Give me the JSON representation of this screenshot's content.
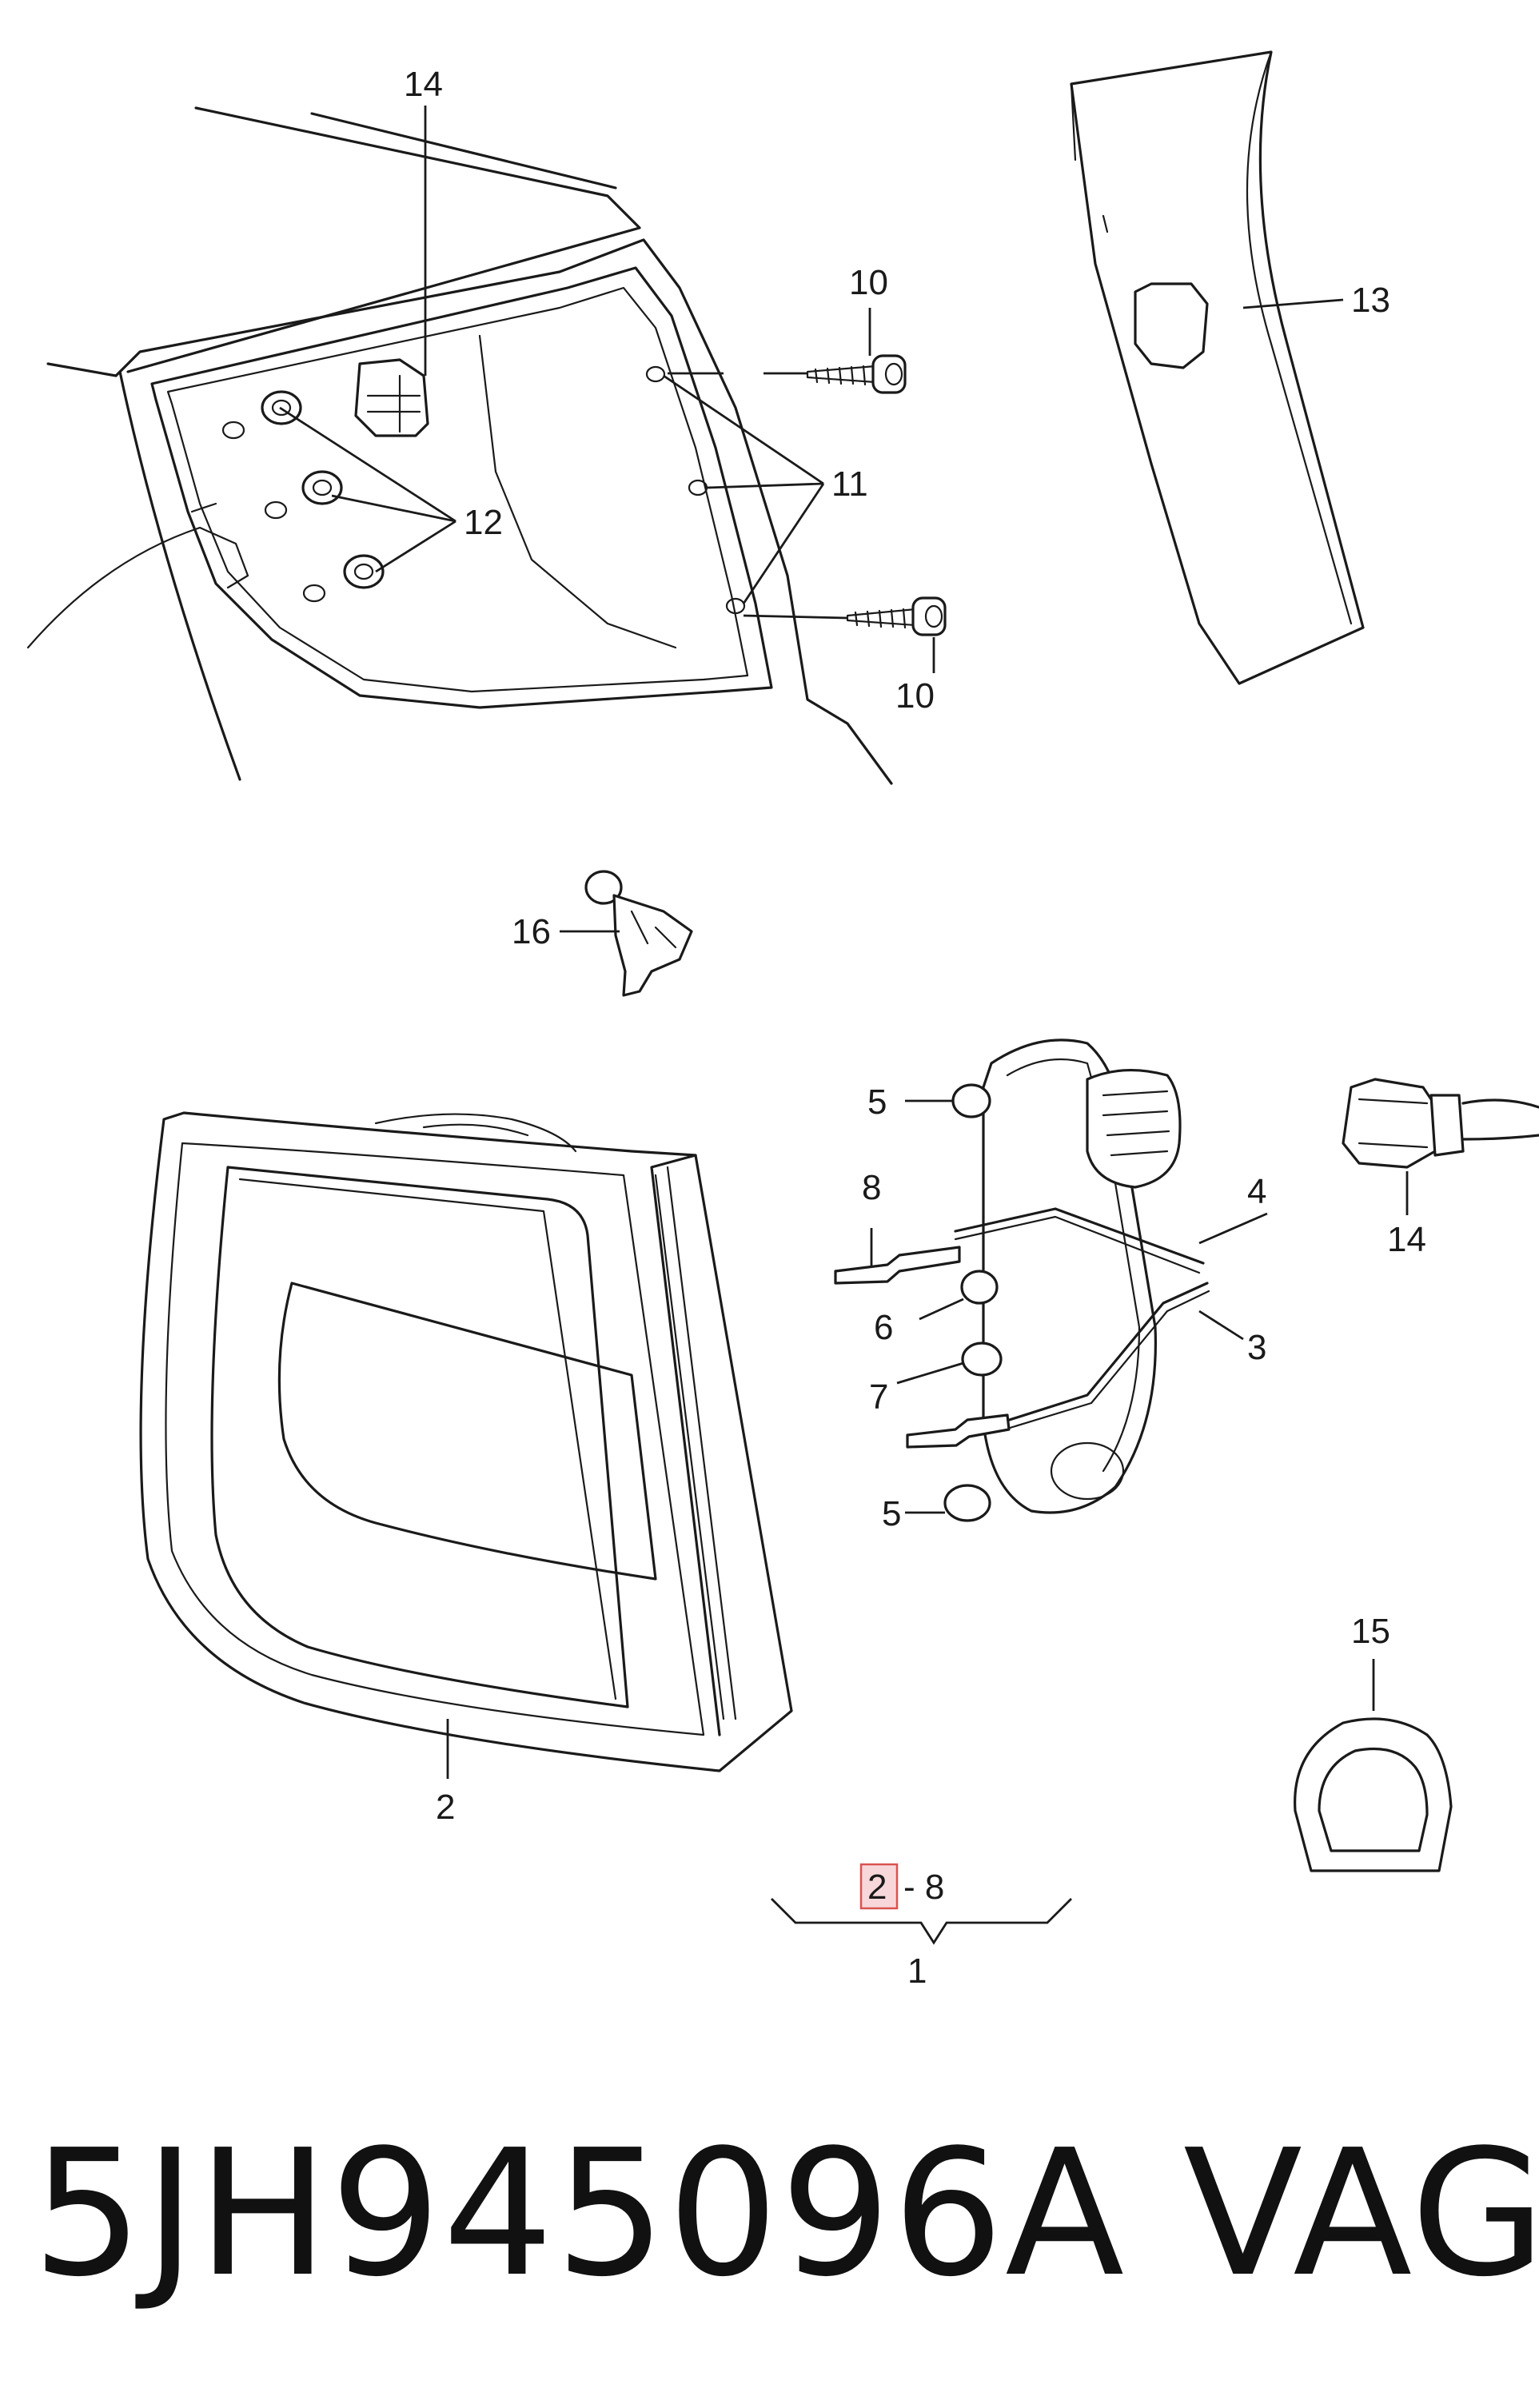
{
  "callouts": {
    "c14_top": "14",
    "c10_top": "10",
    "c13": "13",
    "c11": "11",
    "c12": "12",
    "c10_bottom": "10",
    "c16": "16",
    "c5_top": "5",
    "c4": "4",
    "c8": "8",
    "c14_right": "14",
    "c6": "6",
    "c3": "3",
    "c7": "7",
    "c5_bottom": "5",
    "c2": "2",
    "c15": "15",
    "range_start": "2",
    "range_end": "- 8",
    "c1": "1"
  },
  "footer": {
    "part_number": "5JH945096A",
    "brand": "VAG"
  },
  "colors": {
    "line": "#1a1a1a",
    "highlight_fill": "#f8d7da",
    "highlight_stroke": "#d9534f"
  }
}
